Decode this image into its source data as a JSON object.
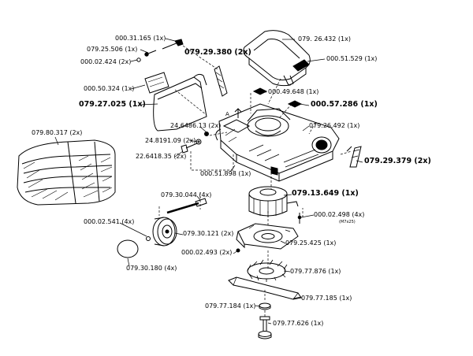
{
  "diagram": {
    "labels": {
      "l_00031165": "000.31.165 (1x)",
      "l_07925506": "079.25.506 (1x)",
      "l_00002424": "000.02.424 (2x)",
      "l_07929380": "079.29.380 (2x)",
      "l_07926432": "079. 26.432 (1x)",
      "l_00051529": "000.51.529 (1x)",
      "l_00050324": "000.50.324 (1x)",
      "l_07927025": "079.27.025 (1x)",
      "l_00049648": "000.49.648 (1x)",
      "l_00057286": "000.57.286 (1x)",
      "l_24648613": "24.6486.13 (2x)",
      "l_07926492": "079.26.492 (1x)",
      "l_07980317": "079.80.317 (2x)",
      "l_24819109": "24.8191.09 (2x)",
      "l_22641835": "22.6418.35 (2x)",
      "l_00051898": "000.51.898 (1x)",
      "l_07929379": "079.29.379 (2x)",
      "l_07930044": "079.30.044 (4x)",
      "l_07913649": "079.13.649 (1x)",
      "l_00002541": "000.02.541 (4x)",
      "l_00002498": "000.02.498 (4x)",
      "l_m7x25": "(M7x25)",
      "l_07930121": "079.30.121 (2x)",
      "l_07925425": "079.25.425 (1x)",
      "l_00002493": "000.02.493 (2x)",
      "l_07930180": "079.30.180 (4x)",
      "l_07977876": "079.77.876 (1x)",
      "l_07977185": "079.77.185 (1x)",
      "l_07977184": "079.77.184 (1x)",
      "l_07977626": "079.77.626 (1x)",
      "l_a": "A"
    }
  }
}
